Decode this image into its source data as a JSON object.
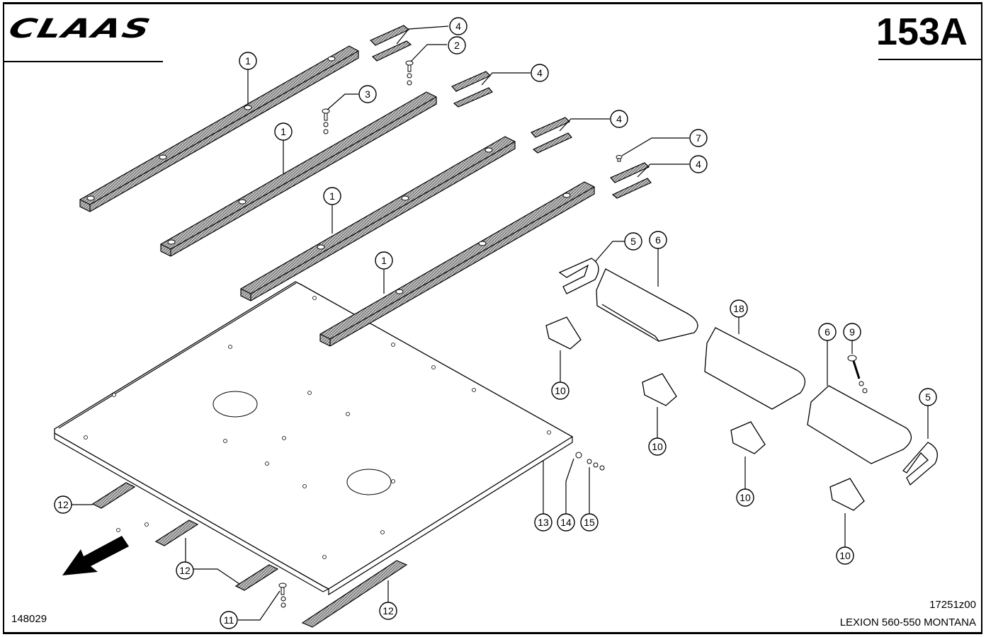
{
  "header": {
    "brand_logo": "CLAAS",
    "page_number": "153A"
  },
  "footer": {
    "reference_number": "148029",
    "drawing_number": "17251z00",
    "model": "LEXION 560-550 MONTANA"
  },
  "callouts": [
    {
      "id": "c1a",
      "label": "1"
    },
    {
      "id": "c1b",
      "label": "1"
    },
    {
      "id": "c1c",
      "label": "1"
    },
    {
      "id": "c1d",
      "label": "1"
    },
    {
      "id": "c2",
      "label": "2"
    },
    {
      "id": "c3",
      "label": "3"
    },
    {
      "id": "c4a",
      "label": "4"
    },
    {
      "id": "c4b",
      "label": "4"
    },
    {
      "id": "c4c",
      "label": "4"
    },
    {
      "id": "c4d",
      "label": "4"
    },
    {
      "id": "c5a",
      "label": "5"
    },
    {
      "id": "c5b",
      "label": "5"
    },
    {
      "id": "c6a",
      "label": "6"
    },
    {
      "id": "c6b",
      "label": "6"
    },
    {
      "id": "c7",
      "label": "7"
    },
    {
      "id": "c9",
      "label": "9"
    },
    {
      "id": "c10a",
      "label": "10"
    },
    {
      "id": "c10b",
      "label": "10"
    },
    {
      "id": "c10c",
      "label": "10"
    },
    {
      "id": "c10d",
      "label": "10"
    },
    {
      "id": "c11",
      "label": "11"
    },
    {
      "id": "c12a",
      "label": "12"
    },
    {
      "id": "c12b",
      "label": "12"
    },
    {
      "id": "c12c",
      "label": "12"
    },
    {
      "id": "c13",
      "label": "13"
    },
    {
      "id": "c14",
      "label": "14"
    },
    {
      "id": "c15",
      "label": "15"
    },
    {
      "id": "c18",
      "label": "18"
    }
  ]
}
